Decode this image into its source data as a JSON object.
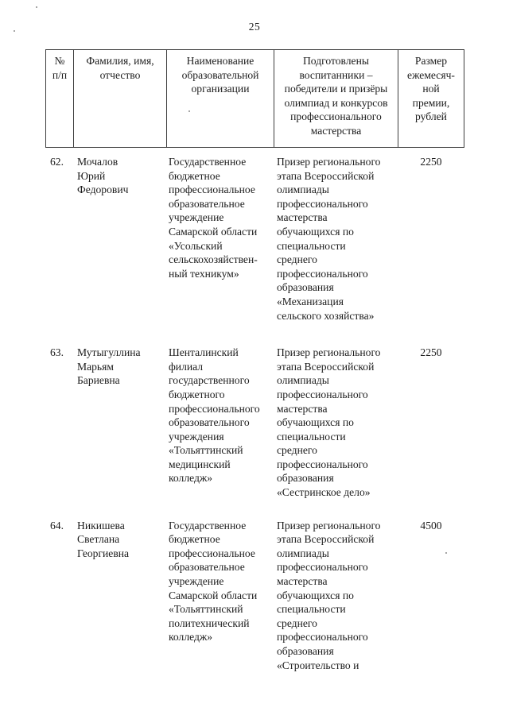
{
  "page": {
    "number": "25"
  },
  "table": {
    "headers": [
      "№\nп/п",
      "Фамилия, имя,\nотчество",
      "Наименование\nобразовательной\nорганизации",
      "Подготовлены\nвоспитанники –\nпобедители и призёры\nолимпиад и конкурсов\nпрофессионального\nмастерства",
      "Размер\nежемесяч-\nной\nпремии,\nрублей"
    ],
    "rows": [
      {
        "num": "62.",
        "name": "Мочалов\nЮрий\nФедорович",
        "organization": "Государственное\nбюджетное\nпрофессиональное\nобразовательное\nучреждение\nСамарской области\n«Усольский\nсельскохозяйствен-\nный техникум»",
        "award": "Призер регионального\nэтапа Всероссийской\nолимпиады\nпрофессионального\nмастерства\nобучающихся по\nспециальности\nсреднего\nпрофессионального\nобразования\n«Механизация\nсельского хозяйства»",
        "amount": "2250"
      },
      {
        "num": "63.",
        "name": "Мутыгуллина\nМарьям\nБариевна",
        "organization": "Шенталинский\nфилиал\nгосударственного\nбюджетного\nпрофессионального\nобразовательного\nучреждения\n«Тольяттинский\nмедицинский\nколледж»",
        "award": "Призер регионального\nэтапа Всероссийской\nолимпиады\nпрофессионального\nмастерства\nобучающихся по\nспециальности\nсреднего\nпрофессионального\nобразования\n«Сестринское дело»",
        "amount": "2250"
      },
      {
        "num": "64.",
        "name": "Никишева\nСветлана\nГеоргиевна",
        "organization": "Государственное\nбюджетное\nпрофессиональное\nобразовательное\nучреждение\nСамарской области\n«Тольяттинский\nполитехнический\nколледж»",
        "award": "Призер регионального\nэтапа Всероссийской\nолимпиады\nпрофессионального\nмастерства\nобучающихся по\nспециальности\nсреднего\nпрофессионального\nобразования\n«Строительство и",
        "amount": "4500"
      }
    ]
  }
}
